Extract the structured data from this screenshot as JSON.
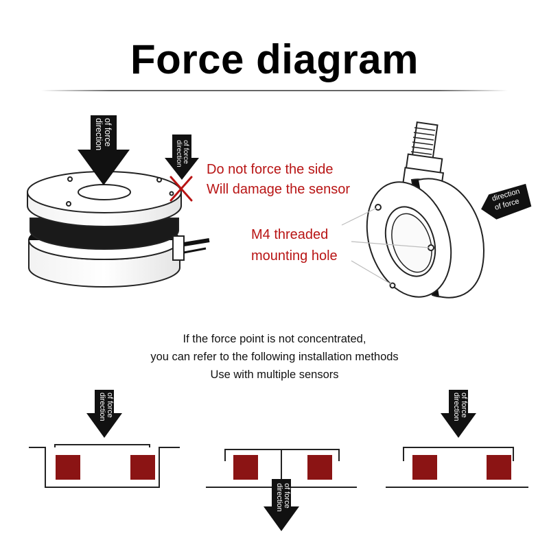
{
  "title": "Force diagram",
  "arrow_label": [
    "direction",
    "of force"
  ],
  "warning": {
    "line1": "Do not force the side",
    "line2": "Will damage the sensor"
  },
  "mounting_label": {
    "line1": "M4 threaded",
    "line2": "mounting hole"
  },
  "note": {
    "line1": "If the force point is not concentrated,",
    "line2": "you can refer to the following installation methods",
    "line3": "Use with multiple sensors"
  },
  "colors": {
    "warning_text": "#b81414",
    "sensor_block": "#8b1414",
    "arrow": "#111111",
    "outline": "#222222"
  }
}
